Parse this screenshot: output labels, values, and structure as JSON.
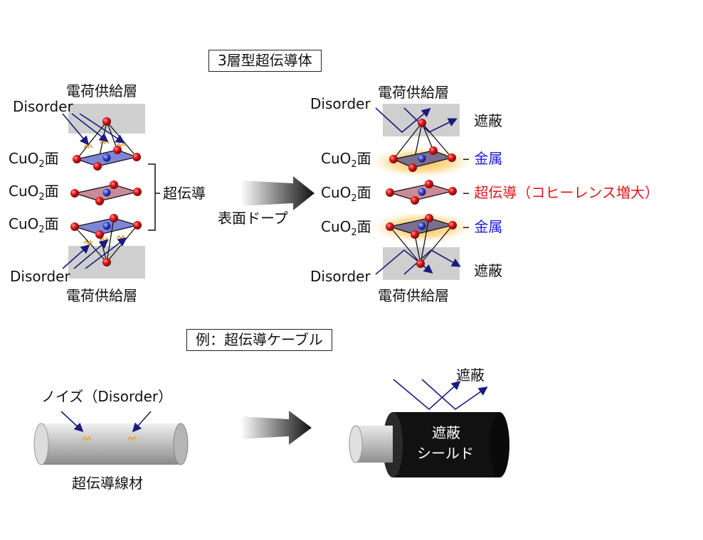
{
  "top": {
    "title": "3層型超伝導体",
    "left": {
      "charge_top": "電荷供給層",
      "charge_bottom": "電荷供給層",
      "disorder_top": "Disorder",
      "disorder_bottom": "Disorder",
      "cuo2_label": "CuO",
      "cuo2_sub": "2",
      "cuo2_suffix": "面",
      "bracket_label": "超伝導"
    },
    "arrow_label": "表面ドープ",
    "right": {
      "charge_top": "電荷供給層",
      "charge_bottom": "電荷供給層",
      "disorder_top": "Disorder",
      "disorder_bottom": "Disorder",
      "shield_top": "遮蔽",
      "shield_bottom": "遮蔽",
      "metal_top": "金属",
      "metal_bottom": "金属",
      "middle_prefix": "超伝導",
      "middle_paren": "（コヒーレンス増大）",
      "dash": "–"
    }
  },
  "bottom": {
    "title": "例：超伝導ケーブル",
    "noise_label": "ノイズ（Disorder）",
    "wire_label": "超伝導線材",
    "shield_label": "遮蔽",
    "cable_line1": "遮蔽",
    "cable_line2": "シールド"
  },
  "colors": {
    "arrow_blue": "#1a1a80",
    "oxygen_red": "#d11a1a",
    "copper_blue": "#3a4fd8",
    "plaquette_pink": "#c98b97",
    "plaquette_blue": "#7f86d6",
    "glow": "#f7b531",
    "accent_blue": "#1a1ad6",
    "accent_red": "#e0161b"
  }
}
